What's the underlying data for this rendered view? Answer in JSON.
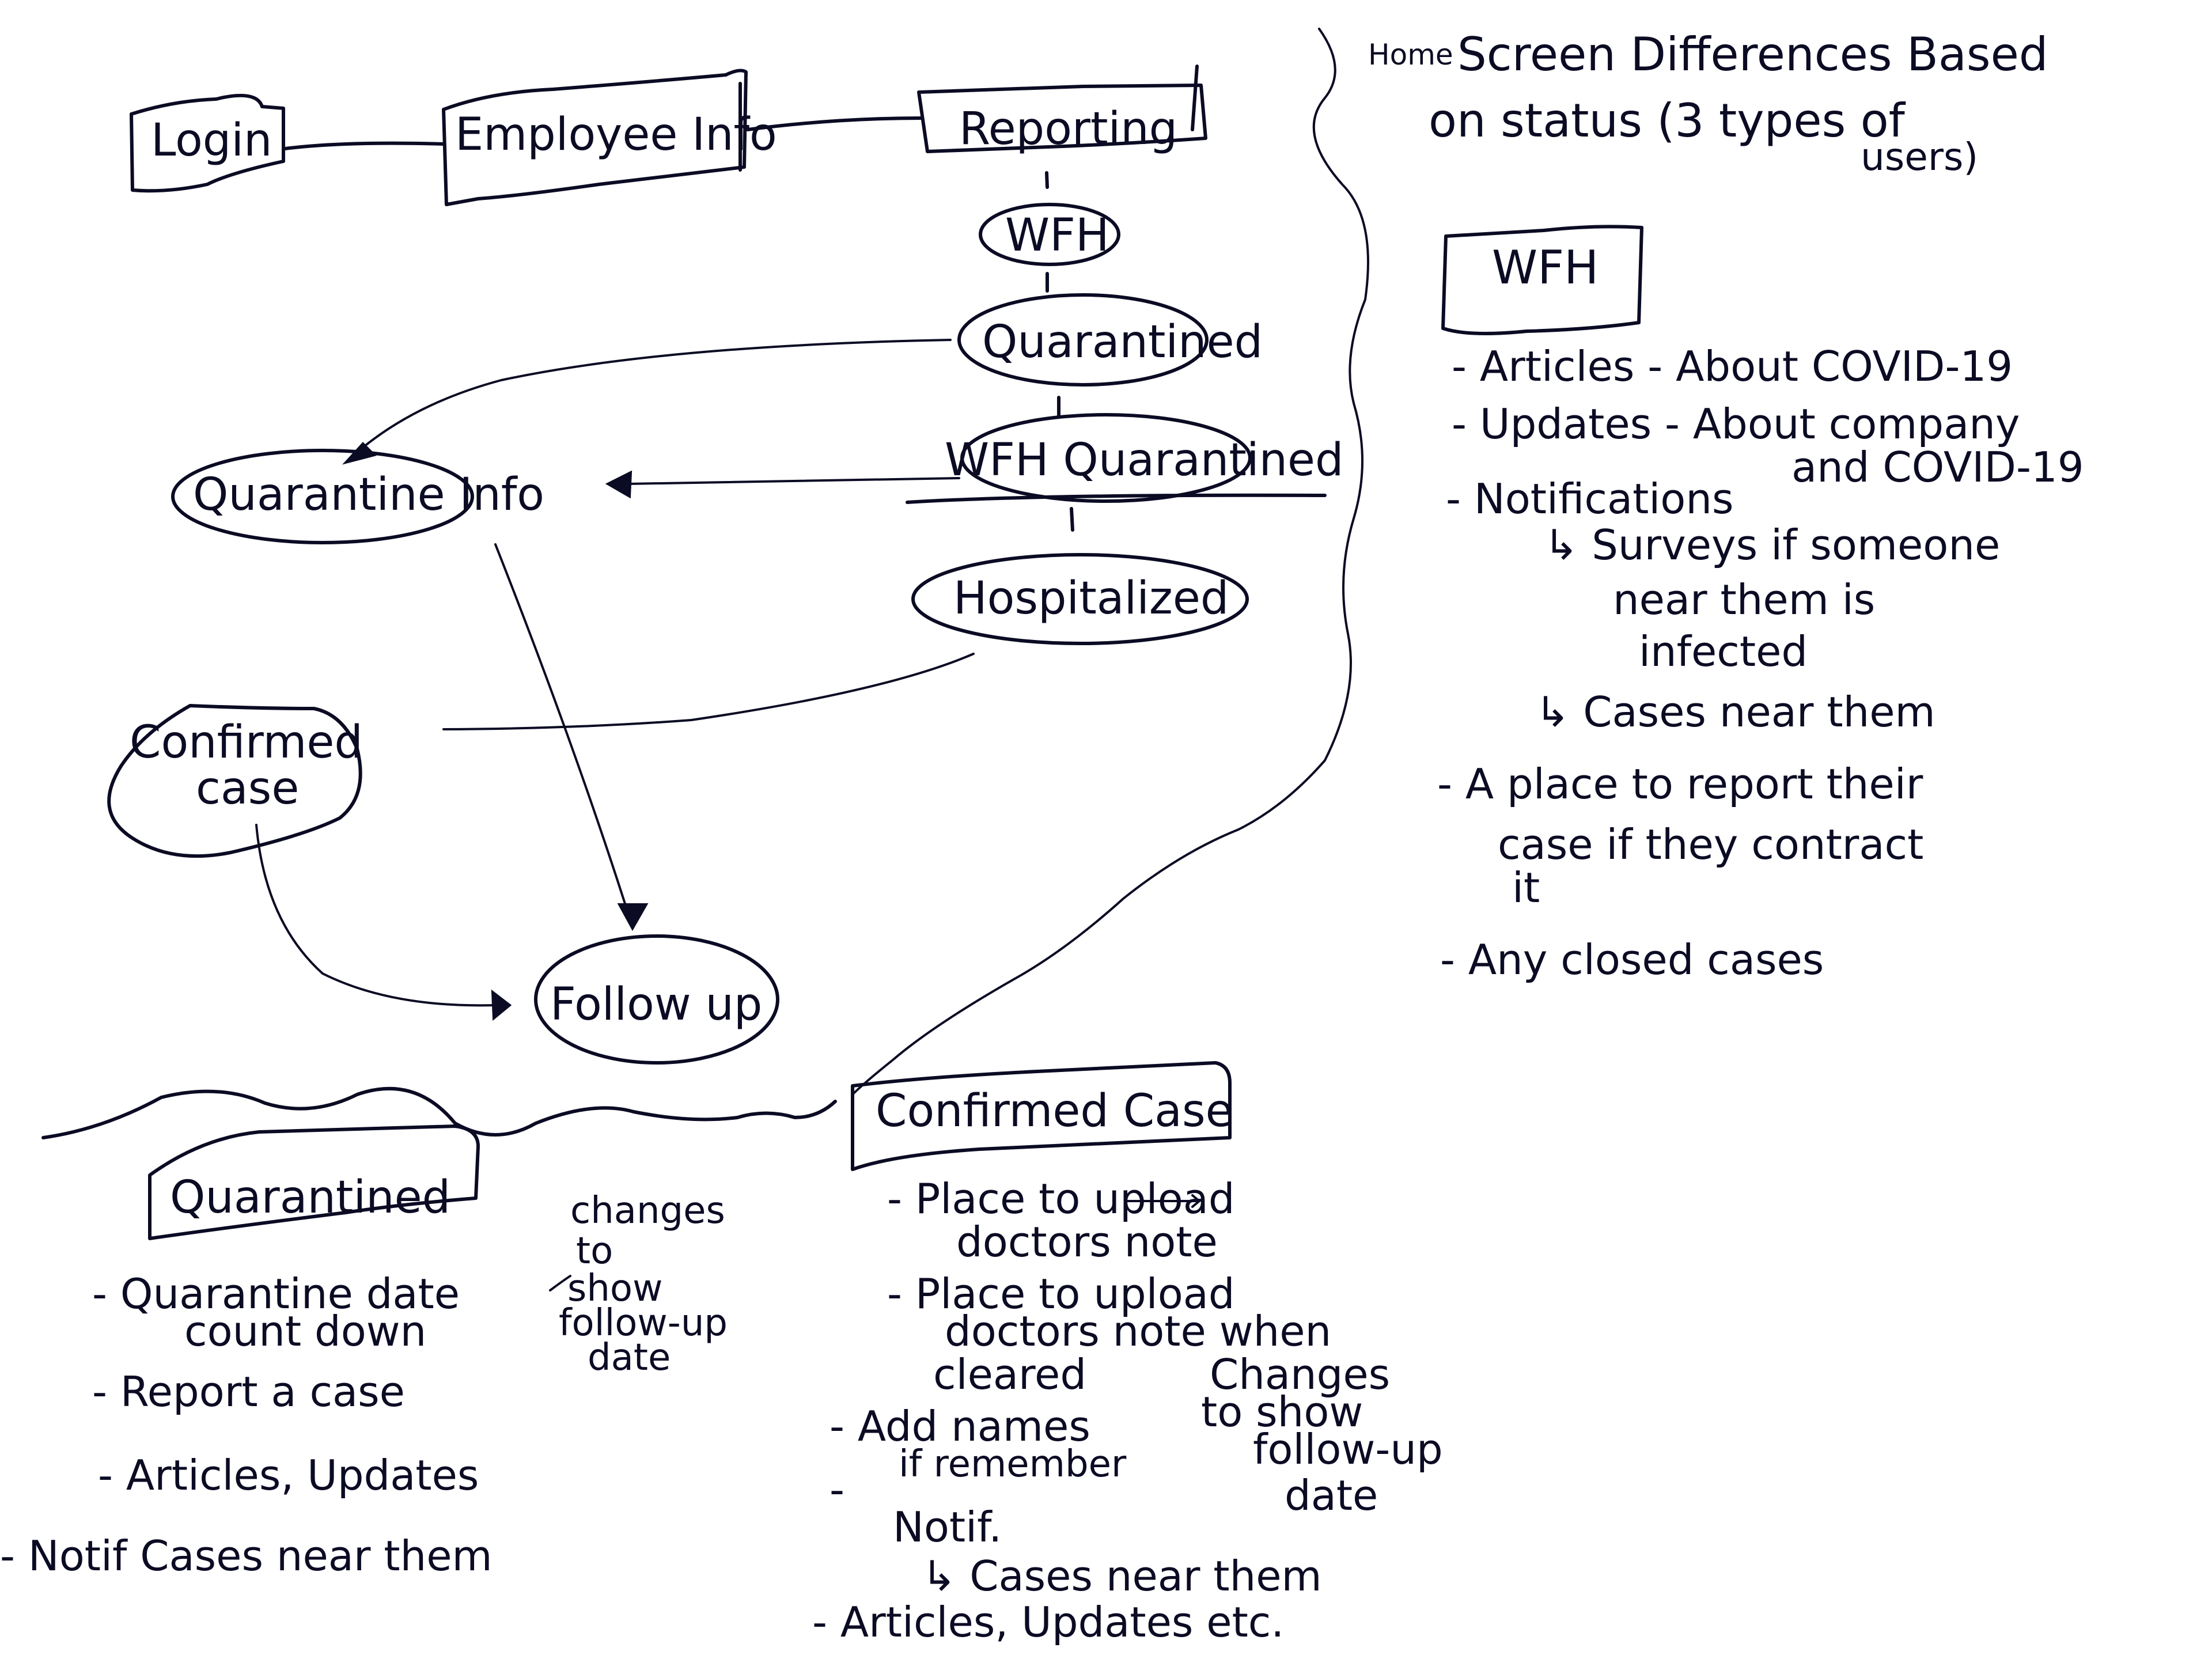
{
  "flow": {
    "nodes": {
      "login": "Login",
      "employee_info": "Employee Info",
      "reporting": "Reporting",
      "wfh": "WFH",
      "quarantined": "Quarantined",
      "wfh_quarantined": "WFH Quarantined",
      "hospitalized": "Hospitalized",
      "quarantine_info": "Quarantine Info",
      "confirmed_case_line1": "Confirmed",
      "confirmed_case_line2": "case",
      "follow_up": "Follow up"
    },
    "edges": [
      {
        "from": "Login",
        "to": "Employee Info"
      },
      {
        "from": "Employee Info",
        "to": "Reporting"
      },
      {
        "from": "Reporting",
        "to": "WFH"
      },
      {
        "from": "WFH",
        "to": "Quarantined"
      },
      {
        "from": "Quarantined",
        "to": "WFH Quarantined"
      },
      {
        "from": "WFH Quarantined",
        "to": "Hospitalized"
      },
      {
        "from": "Quarantined",
        "to": "Quarantine Info",
        "arrow": true
      },
      {
        "from": "WFH Quarantined",
        "to": "Quarantine Info",
        "arrow": true
      },
      {
        "from": "Hospitalized",
        "to": "Confirmed case"
      },
      {
        "from": "Quarantine Info",
        "to": "Follow up",
        "arrow": true
      },
      {
        "from": "Confirmed case",
        "to": "Follow up",
        "arrow": true
      }
    ]
  },
  "home_screen": {
    "title_prefix": "Home",
    "title_line1": "Screen Differences Based",
    "title_line2": "on status (3 types of",
    "title_line3": "users)"
  },
  "wfh_panel": {
    "heading": "WFH",
    "items": [
      "- Articles - About COVID-19",
      "- Updates - About company",
      "and COVID-19",
      "- Notifications",
      "↳ Surveys if someone",
      "near them is",
      "infected",
      "↳ Cases near them",
      "- A place to report their",
      "case if they contract",
      "it",
      "- Any closed cases"
    ]
  },
  "quarantined_panel": {
    "heading": "Quarantined",
    "items": [
      "-  Quarantine date",
      "count down",
      "-  Report a case",
      "- Articles, Updates",
      "- Notif Cases near them"
    ],
    "side_note": [
      "changes",
      "to",
      "show",
      "follow-up",
      "date"
    ]
  },
  "confirmed_panel": {
    "heading": "Confirmed Case",
    "items": [
      "- Place to upload",
      "doctors note",
      "- Place to upload",
      "doctors note when",
      "cleared",
      "-  Add names",
      "if remember",
      "-",
      "Notif.",
      "↳ Cases near them",
      "- Articles, Updates etc."
    ],
    "side_note": [
      "Changes",
      "to show",
      "follow-up",
      "date"
    ]
  }
}
